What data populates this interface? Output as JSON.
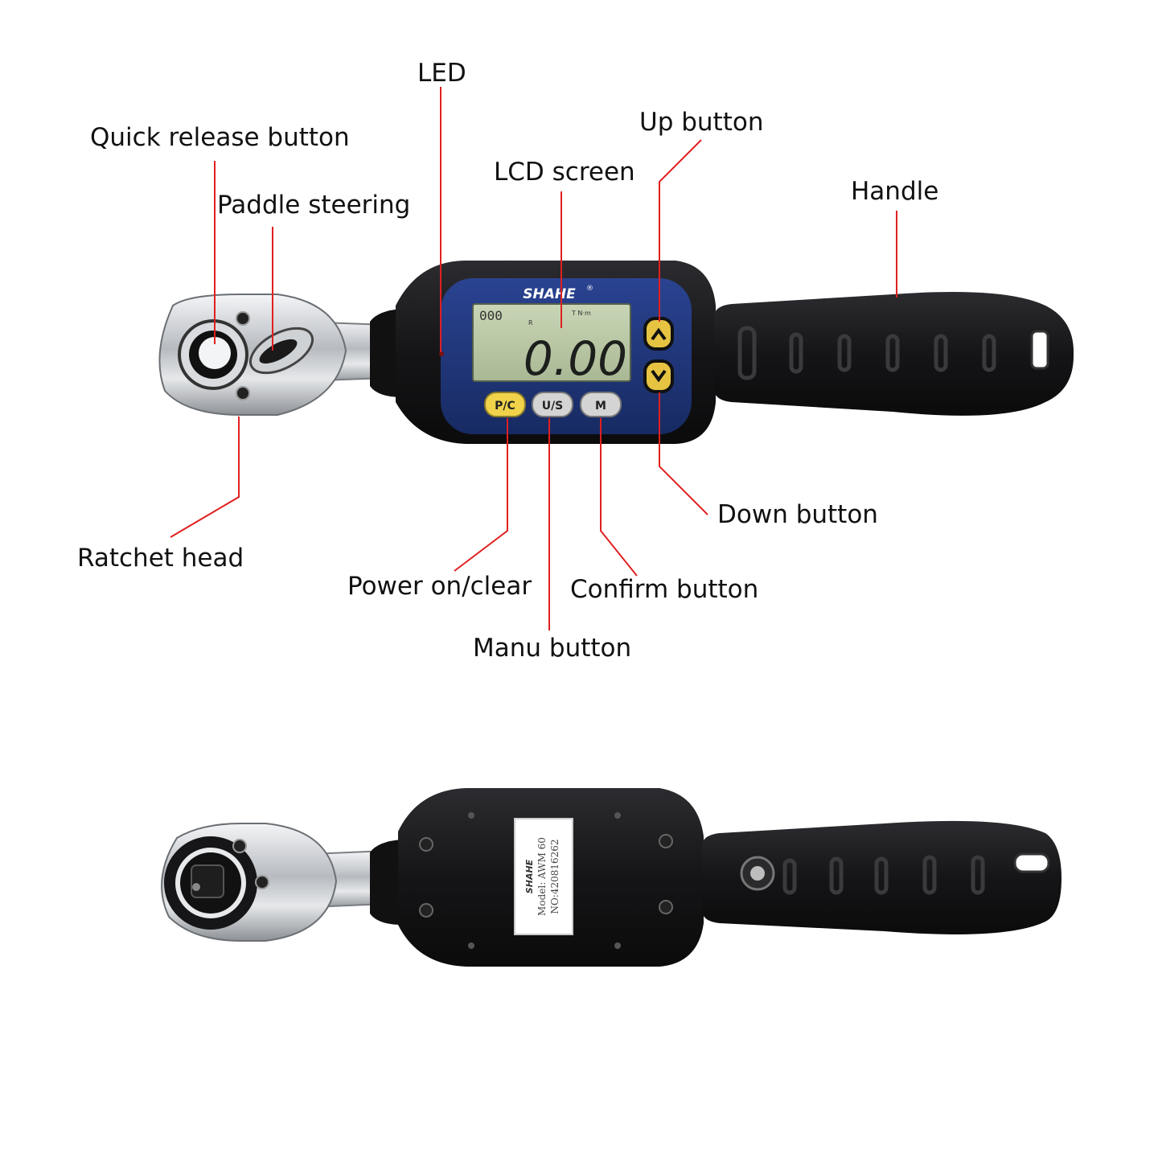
{
  "labels": {
    "led": "LED",
    "quick_release": "Quick release button",
    "paddle_steering": "Paddle steering",
    "lcd_screen": "LCD screen",
    "up_button": "Up button",
    "handle": "Handle",
    "ratchet_head": "Ratchet head",
    "power_clear": "Power on/clear",
    "manu_button": "Manu button",
    "confirm_button": "Confirm button",
    "down_button": "Down button"
  },
  "device": {
    "brand": "SHAHE",
    "registered": "®",
    "lcd_reading": "0.00",
    "lcd_small_digits": "000",
    "lcd_r": "R",
    "lcd_unit": "T N·m",
    "button_pc": "P/C",
    "button_us": "U/S",
    "button_m": "M",
    "label_brand": "SHAHE",
    "label_model": "Model: AWM 60",
    "label_serial": "NO:420816262"
  },
  "colors": {
    "callout_line": "#e02020",
    "body": "#1a1a1c",
    "lcd_panel": "#20377a",
    "lcd_glass": "#b9c8a6",
    "pc_button": "#f0d34a",
    "grey_button": "#d4d4d4",
    "chrome": "#c9ccd0"
  }
}
